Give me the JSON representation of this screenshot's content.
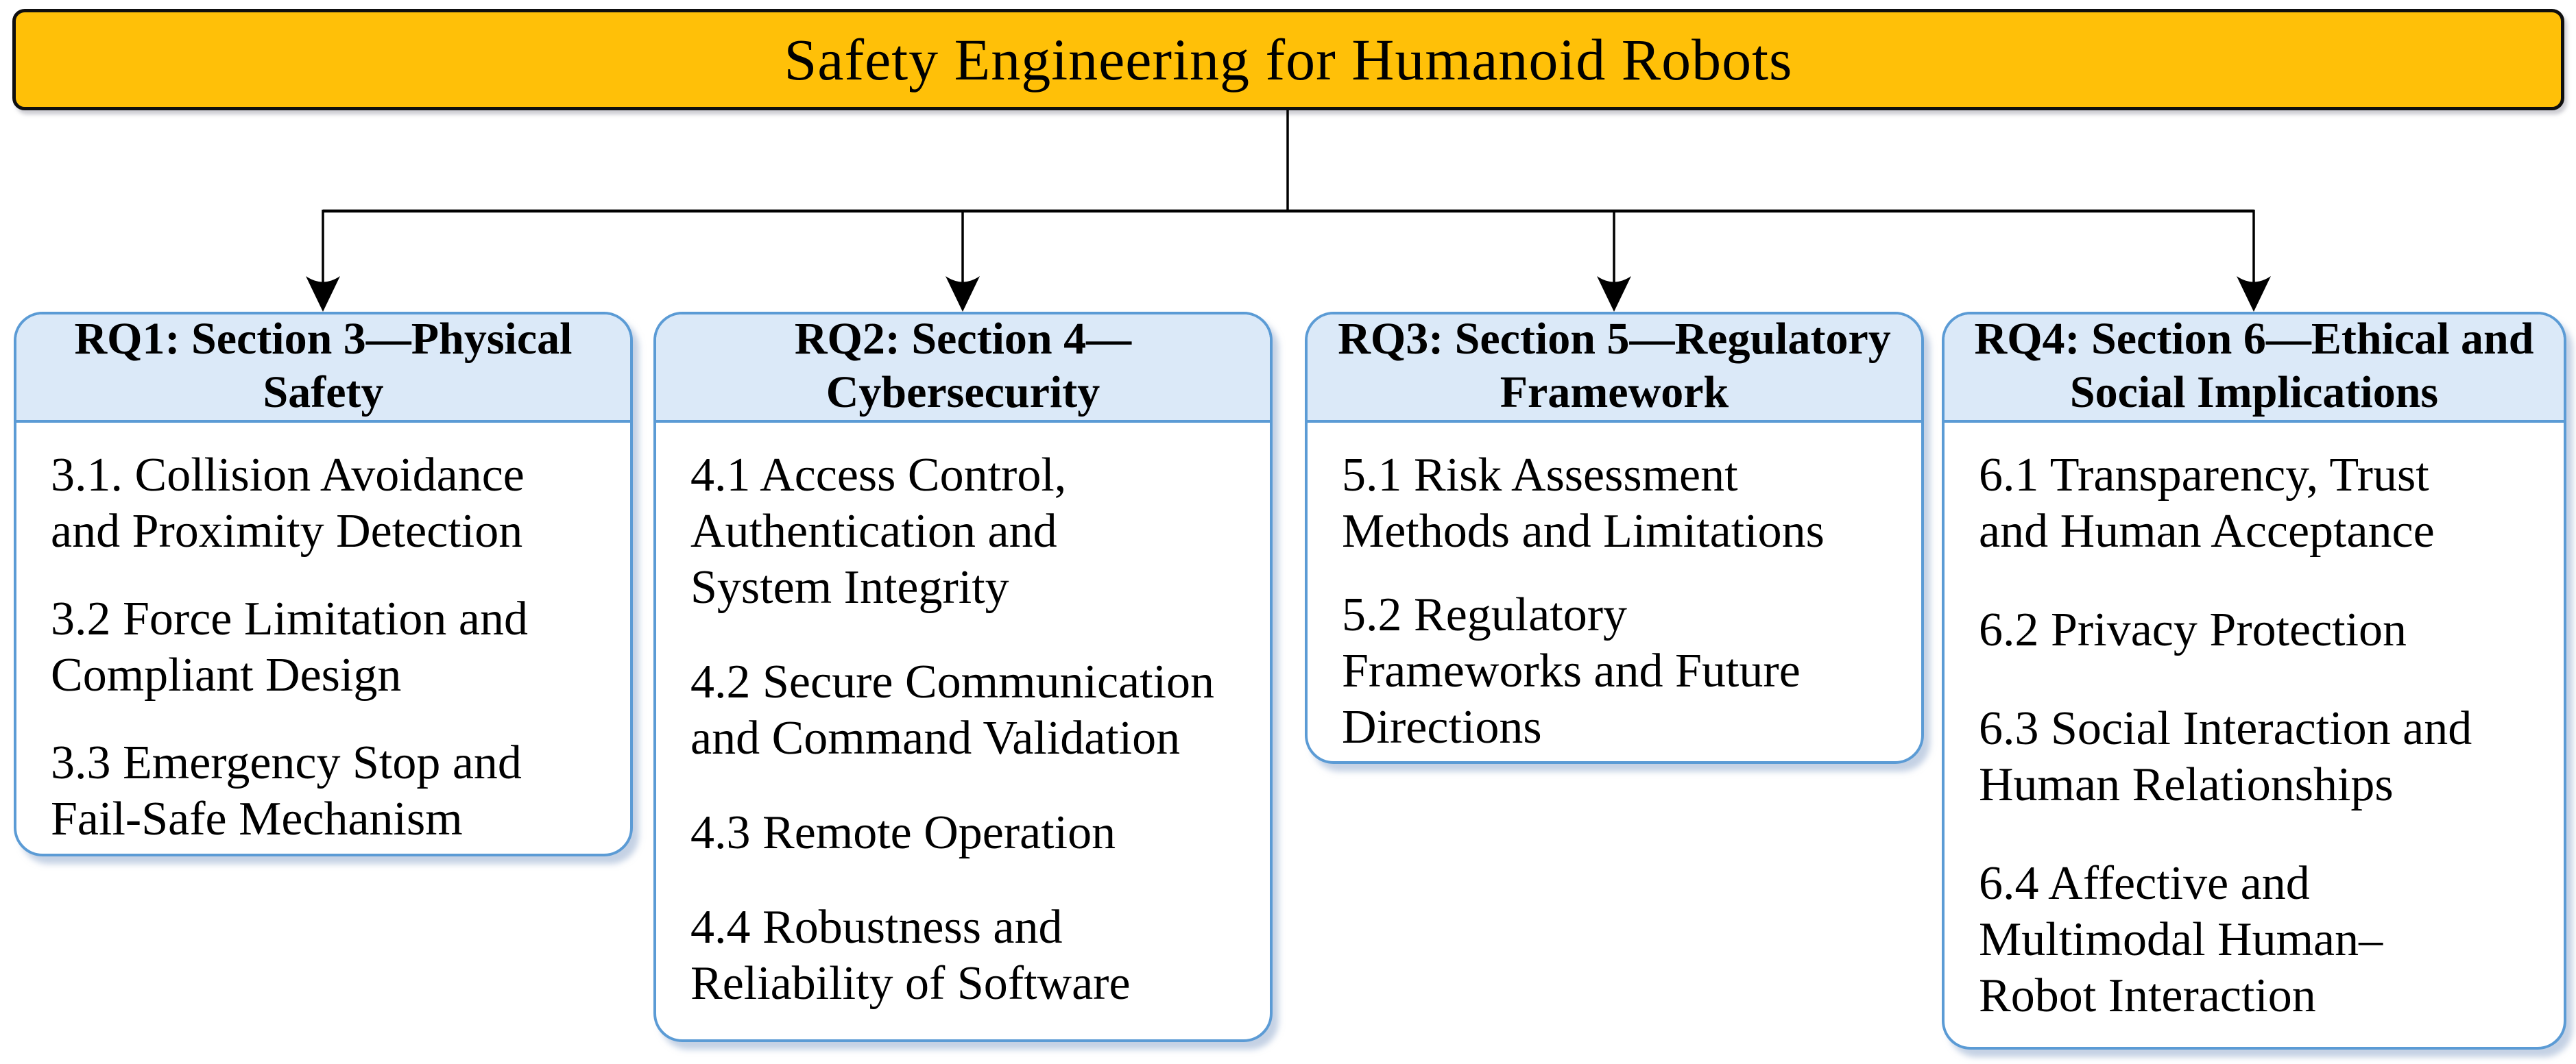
{
  "root": {
    "label": "Safety Engineering for Humanoid Robots"
  },
  "branches": [
    {
      "id": "rq1",
      "title": "RQ1: Section 3—Physical\nSafety",
      "items": [
        "3.1. Collision Avoidance\nand Proximity Detection",
        "3.2 Force Limitation and\nCompliant Design",
        "3.3 Emergency Stop and\nFail-Safe Mechanism"
      ]
    },
    {
      "id": "rq2",
      "title": "RQ2: Section 4—\nCybersecurity",
      "items": [
        "4.1 Access Control,\nAuthentication and\nSystem Integrity",
        "4.2 Secure Communication\nand Command Validation",
        "4.3 Remote Operation",
        "4.4 Robustness and\nReliability of Software"
      ]
    },
    {
      "id": "rq3",
      "title": "RQ3: Section 5—Regulatory\nFramework",
      "items": [
        "5.1 Risk Assessment\nMethods and Limitations",
        "5.2 Regulatory\nFrameworks and Future\nDirections"
      ]
    },
    {
      "id": "rq4",
      "title": "RQ4: Section 6—Ethical and\nSocial Implications",
      "items": [
        "6.1 Transparency, Trust\nand Human Acceptance",
        "6.2 Privacy Protection",
        "6.3 Social Interaction and\nHuman Relationships",
        "6.4 Affective and\nMultimodal Human–\nRobot Interaction"
      ]
    }
  ],
  "colors": {
    "root_fill": "#FFC008",
    "root_border": "#0F0F0F",
    "branch_border": "#5B9BD5",
    "header_fill": "#DBE9F8",
    "body_fill": "#FFFFFF",
    "connector": "#000000",
    "text": "#000000"
  }
}
